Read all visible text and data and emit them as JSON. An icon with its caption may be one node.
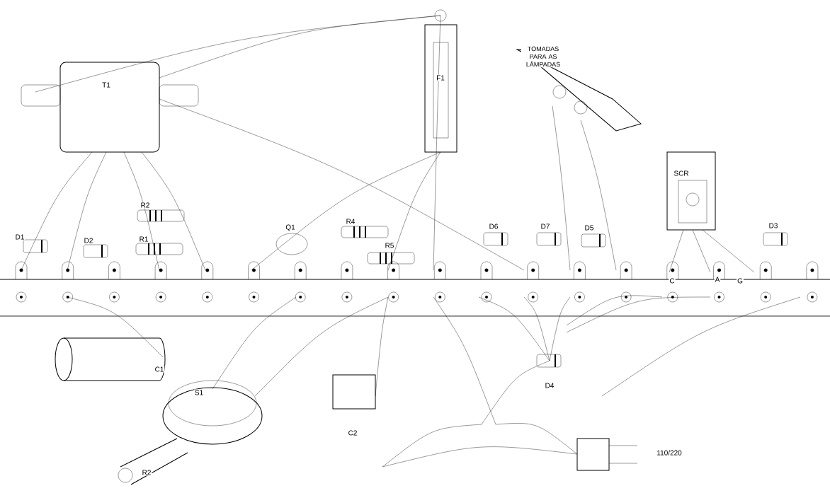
{
  "diagram": {
    "labels": [
      "T1",
      "F1",
      "TOMADAS PARA AS LÂMPADAS",
      "SCR",
      "D1",
      "D2",
      "R2",
      "R1",
      "Q1",
      "R4",
      "R5",
      "D6",
      "D7",
      "D5",
      "D3",
      "C",
      "A",
      "G",
      "C1",
      "S1",
      "C2",
      "D4",
      "R2",
      "110/220"
    ]
  }
}
